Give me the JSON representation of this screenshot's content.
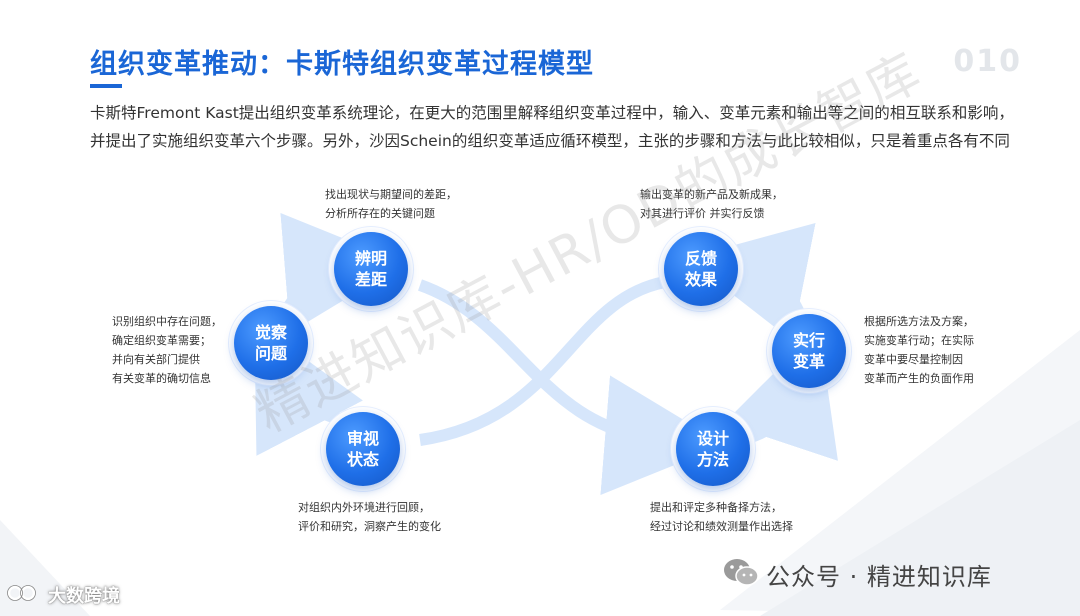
{
  "header": {
    "title": "组织变革推动：卡斯特组织变革过程模型",
    "page_number": "010"
  },
  "description": {
    "line1": "卡斯特Fremont Kast提出组织变革系统理论，在更大的范围里解释组织变革过程中，输入、变革元素和输出等之间的相互联系和影响，",
    "line2": "并提出了实施组织变革六个步骤。另外，沙因Schein的组织变革适应循环模型，主张的步骤和方法与此比较相似，只是着重点各有不同"
  },
  "steps": {
    "perceive": {
      "label": "觉察问题",
      "note": [
        "识别组织中存在问题，",
        "确定组织变革需要；",
        "并向有关部门提供",
        "有关变革的确切信息"
      ]
    },
    "identify": {
      "label": "辨明差距",
      "note": [
        "找出现状与期望间的差距，",
        "分析所存在的关键问题"
      ]
    },
    "review": {
      "label": "审视状态",
      "note": [
        "对组织内外环境进行回顾，",
        "评价和研究，洞察产生的变化"
      ]
    },
    "design": {
      "label": "设计方法",
      "note": [
        "提出和评定多种备择方法，",
        "经过讨论和绩效测量作出选择"
      ]
    },
    "implement": {
      "label": "实行变革",
      "note": [
        "根据所选方法及方案，",
        "实施变革行动；在实际",
        "变革中要尽量控制因",
        "变革而产生的负面作用"
      ]
    },
    "feedback": {
      "label": "反馈效果",
      "note": [
        "输出变革的新产品及新成果，",
        "对其进行评价 并实行反馈"
      ]
    }
  },
  "watermark": "精进知识库-HR/OD的成长智库",
  "footer": {
    "wechat_label": "公众号 · 精进知识库",
    "corner_logo": "大数跨境"
  },
  "colors": {
    "accent": "#1a66d6",
    "node": "#1f6fe8",
    "loop": "#d6e6fb"
  }
}
